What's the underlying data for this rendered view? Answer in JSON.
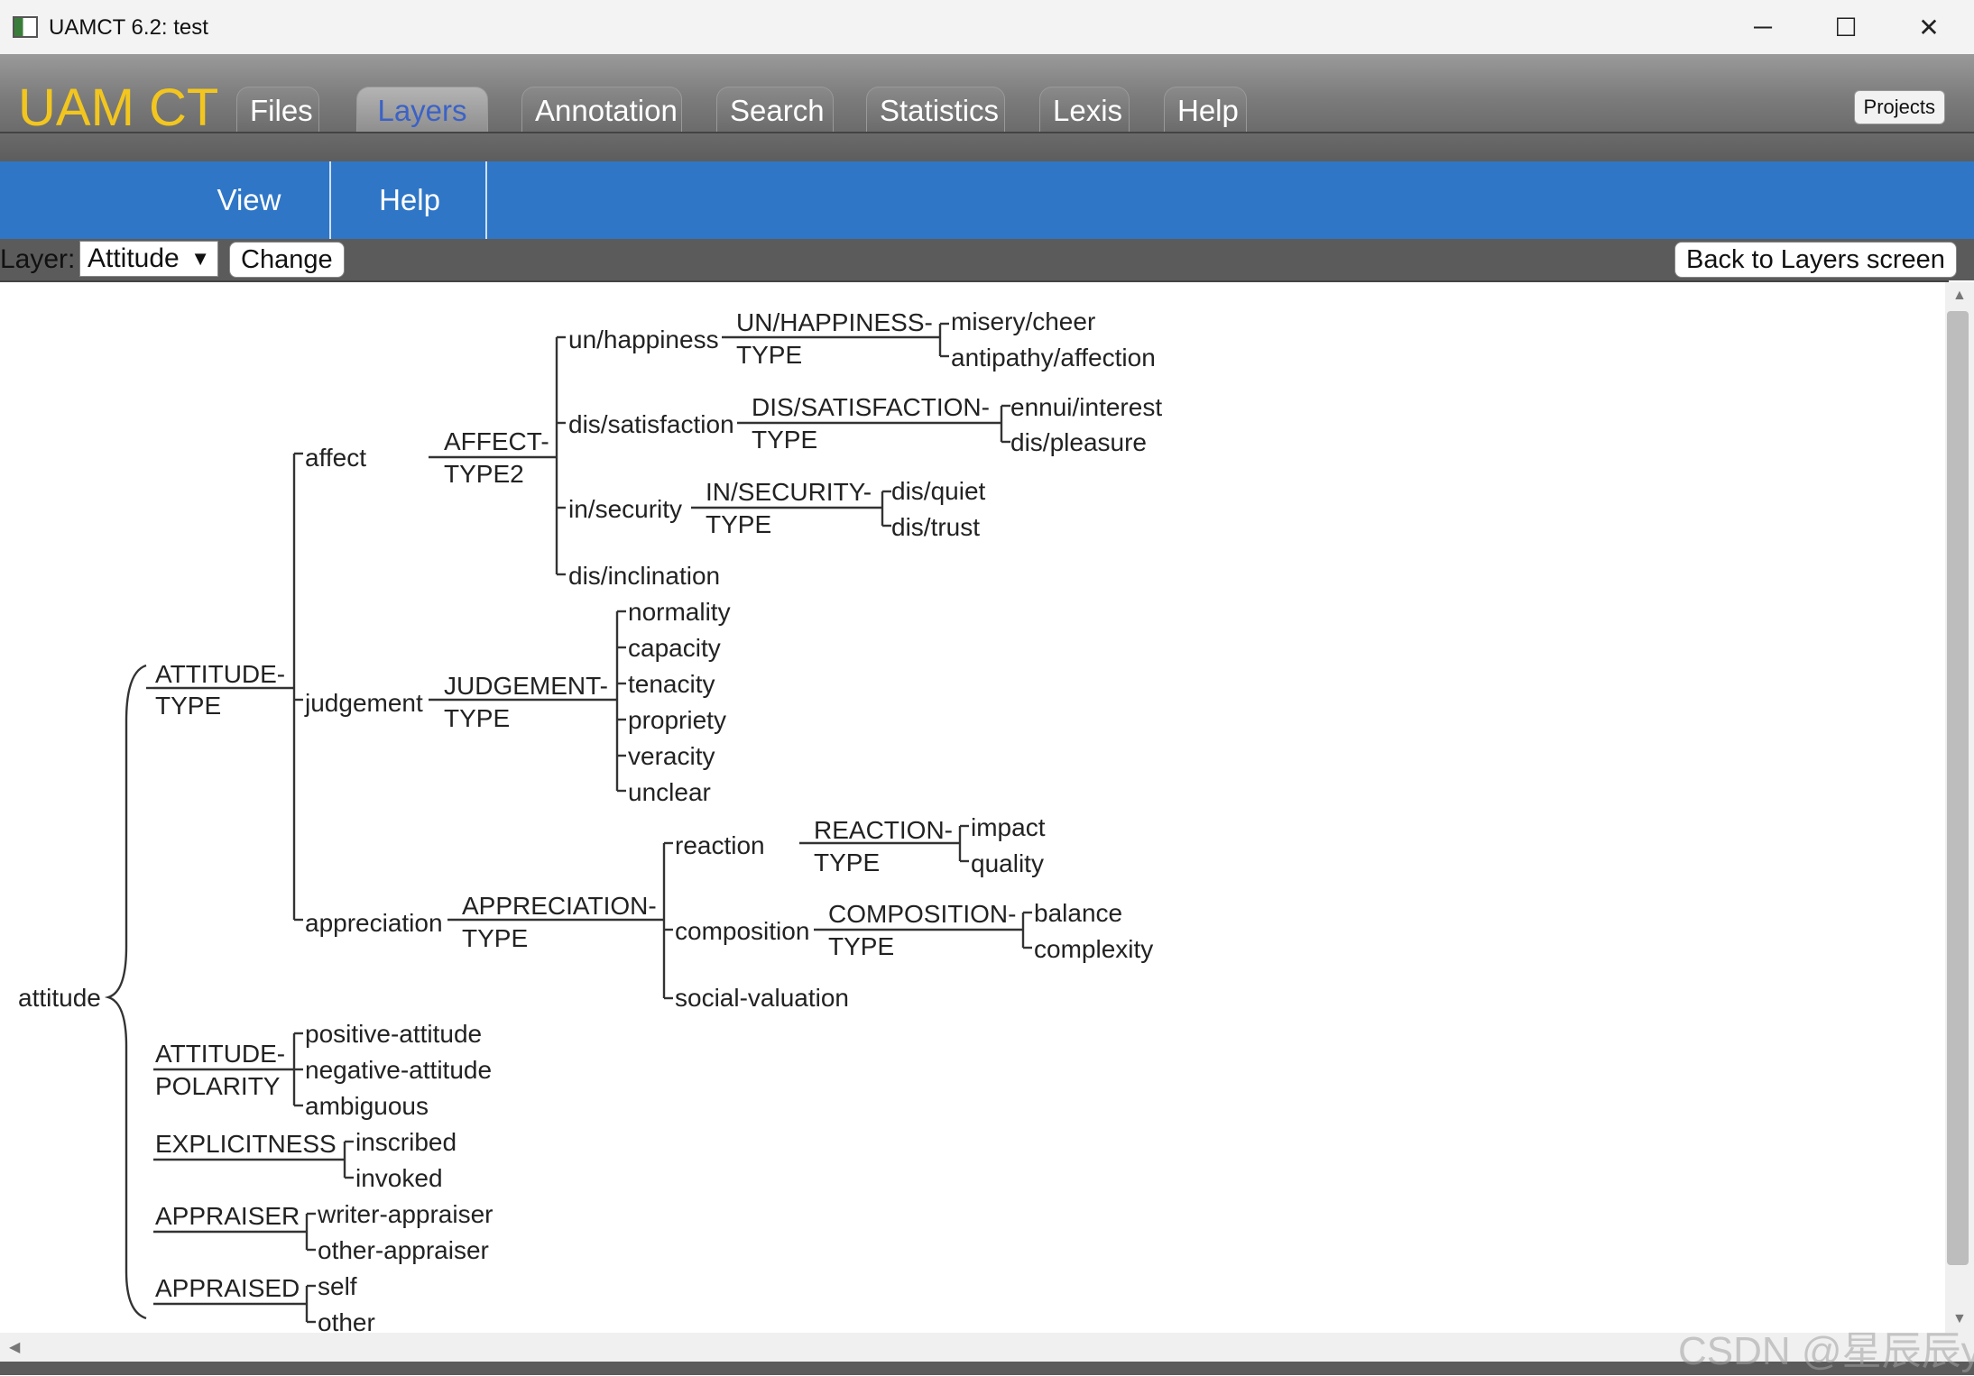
{
  "window": {
    "title": "UAMCT 6.2: test",
    "controls": [
      "─",
      "☐",
      "✕"
    ]
  },
  "app": {
    "logo": "UAM CT",
    "menu": [
      "Files",
      "Layers",
      "Annotation",
      "Search",
      "Statistics",
      "Lexis",
      "Help"
    ],
    "active_menu": "Layers",
    "projects_button": "Projects"
  },
  "submenu": [
    "View",
    "Help"
  ],
  "layer_bar": {
    "label": "Layer:",
    "selected_layer": "Attitude",
    "change_button": "Change",
    "back_button": "Back to Layers screen"
  },
  "tree": {
    "root": "attitude",
    "systems": {
      "attitude_type": [
        "ATTITUDE-",
        "TYPE"
      ],
      "affect_type2": [
        "AFFECT-",
        "TYPE2"
      ],
      "unhappiness_type": [
        "UN/HAPPINESS-",
        "TYPE"
      ],
      "dissatisfaction_type": [
        "DIS/SATISFACTION-",
        "TYPE"
      ],
      "insecurity_type": [
        "IN/SECURITY-",
        "TYPE"
      ],
      "judgement_type": [
        "JUDGEMENT-",
        "TYPE"
      ],
      "appreciation_type": [
        "APPRECIATION-",
        "TYPE"
      ],
      "reaction_type": [
        "REACTION-",
        "TYPE"
      ],
      "composition_type": [
        "COMPOSITION-",
        "TYPE"
      ],
      "attitude_polarity": [
        "ATTITUDE-",
        "POLARITY"
      ],
      "explicitness": "EXPLICITNESS",
      "appraiser": "APPRAISER",
      "appraised": "APPRAISED"
    },
    "features": {
      "affect": "affect",
      "judgement": "judgement",
      "appreciation": "appreciation",
      "un_happiness": "un/happiness",
      "dis_satisfaction": "dis/satisfaction",
      "in_security": "in/security",
      "dis_inclination": "dis/inclination",
      "misery_cheer": "misery/cheer",
      "antipathy_affection": "antipathy/affection",
      "ennui_interest": "ennui/interest",
      "dis_pleasure": "dis/pleasure",
      "dis_quiet": "dis/quiet",
      "dis_trust": "dis/trust",
      "normality": "normality",
      "capacity": "capacity",
      "tenacity": "tenacity",
      "propriety": "propriety",
      "veracity": "veracity",
      "unclear": "unclear",
      "reaction": "reaction",
      "composition": "composition",
      "social_valuation": "social-valuation",
      "impact": "impact",
      "quality": "quality",
      "balance": "balance",
      "complexity": "complexity",
      "positive_attitude": "positive-attitude",
      "negative_attitude": "negative-attitude",
      "ambiguous": "ambiguous",
      "inscribed": "inscribed",
      "invoked": "invoked",
      "writer_appraiser": "writer-appraiser",
      "other_appraiser": "other-appraiser",
      "self": "self",
      "other": "other"
    }
  },
  "watermark": "CSDN @星辰辰ya"
}
